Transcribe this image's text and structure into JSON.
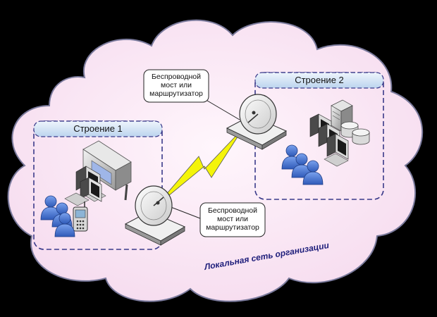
{
  "buildings": [
    {
      "title": "Строение 1"
    },
    {
      "title": "Строение 2"
    }
  ],
  "callouts": [
    {
      "line1": "Беспроводной",
      "line2": "мост или",
      "line3": "маршрутизатор"
    },
    {
      "line1": "Беспроводной",
      "line2": "мост или",
      "line3": "маршрутизатор"
    }
  ],
  "network_label": "Локальная сеть организации",
  "colors": {
    "background": "#000000",
    "cloud_fill": "#fbeaf6",
    "cloud_stroke": "#7a7a9c",
    "building_stroke": "#3a3a8a",
    "title_tab": "#d3e4f5",
    "link_bolt": "#f4f40a",
    "user_blue": "#3f6fd0",
    "network_label": "#1d1d7a"
  },
  "icons": [
    "cloud-shape",
    "building-frame",
    "plotter-icon",
    "workstation-icon",
    "user-group-icon",
    "mobile-phone-icon",
    "satellite-dish-icon",
    "lightning-link-icon",
    "server-icon",
    "database-icon"
  ]
}
